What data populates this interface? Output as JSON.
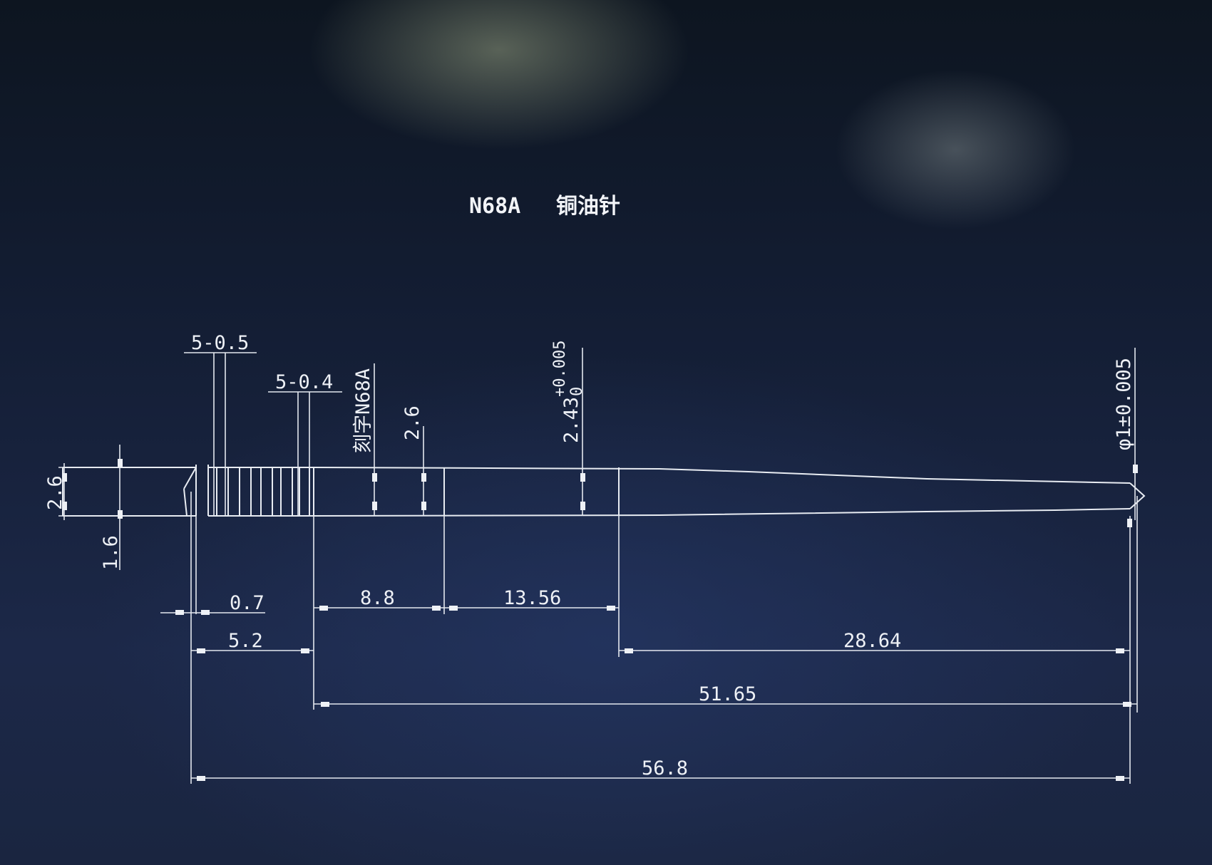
{
  "title": {
    "part_no": "N68A",
    "part_name": "铜油针"
  },
  "dimensions": {
    "grooves_wide": "5-0.5",
    "grooves_narrow": "5-0.4",
    "engraving": "刻字N68A",
    "dia_mid": "2.6",
    "dia_main": "2.43",
    "tol_upper": "+0.005",
    "tol_lower": "0",
    "tip_dia": "φ1±0.005",
    "head_dia": "2.6",
    "shank_dia": "1.6",
    "chamfer": "0.7",
    "len_8_8": "8.8",
    "len_13_56": "13.56",
    "len_5_2": "5.2",
    "len_28_64": "28.64",
    "len_51_65": "51.65",
    "len_56_8": "56.8"
  },
  "colors": {
    "background": "#131d33",
    "lines": "#e8ecf2"
  }
}
